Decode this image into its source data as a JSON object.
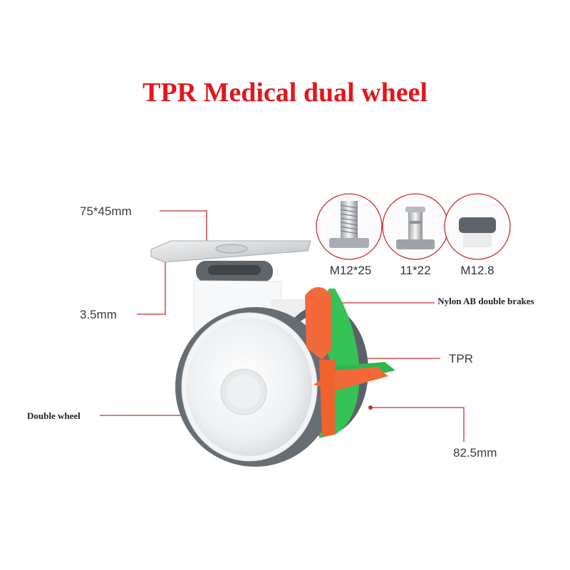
{
  "title": "TPR Medical dual wheel",
  "colors": {
    "title": "#e3161b",
    "callout": "#cc2b2b",
    "brake_orange": "#f26a3a",
    "brake_green": "#35c257",
    "tire_gray": "#6c7378",
    "hub_white": "#f4f5f6"
  },
  "annotations": {
    "plate_size": "75*45mm",
    "thickness": "3.5mm",
    "brakes": "Nylon AB double brakes",
    "tread": "TPR",
    "double_wheel": "Double wheel",
    "height": "82.5mm"
  },
  "mount_options": [
    {
      "label": "M12*25",
      "icon": "bolt-icon"
    },
    {
      "label": "11*22",
      "icon": "pin-stem-icon"
    },
    {
      "label": "M12.8",
      "icon": "socket-stem-icon"
    }
  ]
}
